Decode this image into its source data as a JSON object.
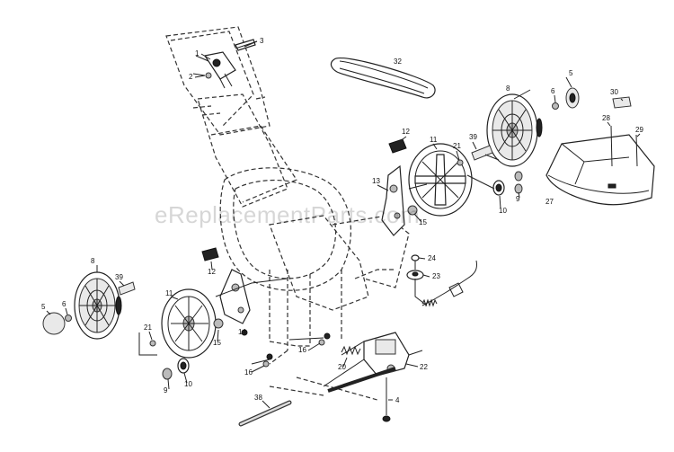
{
  "watermark": "eReplacementParts.com",
  "callouts": {
    "c3": "3",
    "c1": "1",
    "c2": "2",
    "c32": "32",
    "c5r": "5",
    "c6r": "6",
    "c8r": "8",
    "c30": "30",
    "c28": "28",
    "c29": "29",
    "c27": "27",
    "c12r": "12",
    "c39r": "39",
    "c21r": "21",
    "c11r": "11",
    "c13": "13",
    "c15r": "15",
    "c10r": "10",
    "c9r": "9",
    "c24": "24",
    "c23": "23",
    "c8l": "8",
    "c39l": "39",
    "c5l": "5",
    "c6l": "6",
    "c12l": "12",
    "c11l": "11",
    "c21l": "21",
    "c15l": "15",
    "c14": "14",
    "c9l": "9",
    "c10l": "10",
    "c16a": "16",
    "c16b": "16",
    "c20": "20",
    "c22": "22",
    "c4": "4",
    "c38": "38"
  }
}
